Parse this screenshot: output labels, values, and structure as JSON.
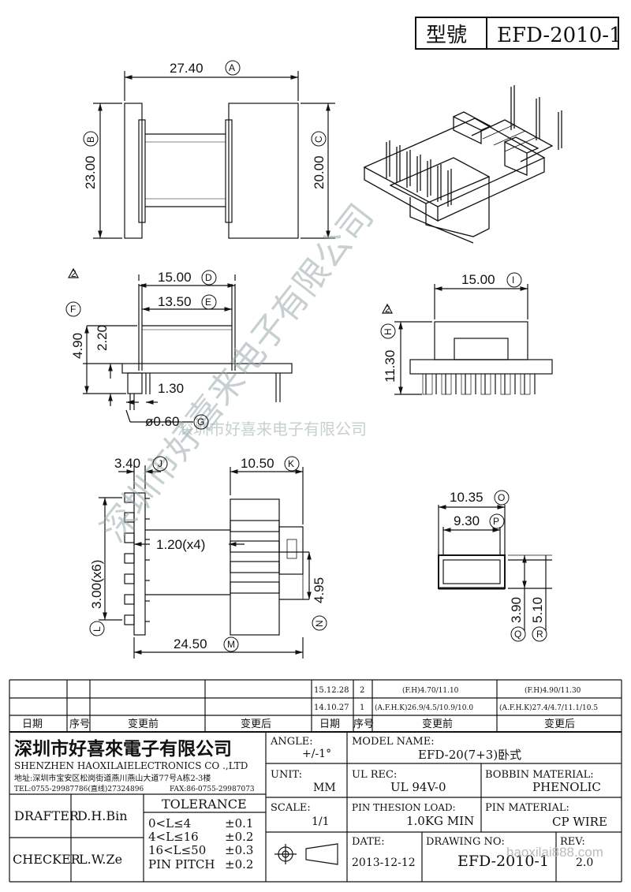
{
  "title_block": {
    "model_label": "型號",
    "model_value": "EFD-2010-1"
  },
  "dimensions": {
    "a": {
      "value": "27.40",
      "ref": "A"
    },
    "b": {
      "value": "23.00",
      "ref": "B"
    },
    "c": {
      "value": "20.00",
      "ref": "C"
    },
    "d": {
      "value": "15.00",
      "ref": "D"
    },
    "e": {
      "value": "13.50",
      "ref": "E"
    },
    "f": {
      "value": "4.90",
      "ref": "F"
    },
    "f_sub": "2.20",
    "g_pin_len": "1.30",
    "g": {
      "value": "ø0.60",
      "ref": "G"
    },
    "h": {
      "value": "11.30",
      "ref": "H"
    },
    "i": {
      "value": "15.00",
      "ref": "I"
    },
    "j": {
      "value": "3.40",
      "ref": "J"
    },
    "k": {
      "value": "10.50",
      "ref": "K"
    },
    "l": {
      "value": "3.00(x6)",
      "ref": "L"
    },
    "m": {
      "value": "24.50",
      "ref": "M"
    },
    "n": {
      "value": "4.95",
      "ref": "N"
    },
    "slot": "1.20(x4)",
    "o": {
      "value": "10.35",
      "ref": "O"
    },
    "p": {
      "value": "9.30",
      "ref": "P"
    },
    "q": {
      "value": "3.90",
      "ref": "Q"
    },
    "r": {
      "value": "5.10",
      "ref": "R"
    },
    "rev_mark": "2"
  },
  "watermark": {
    "diag": "深圳市好喜来电子有限公司",
    "line": "深圳市好喜来电子有限公司"
  },
  "revision_table": {
    "rows": [
      {
        "date": "15.12.28",
        "no": "2",
        "before": "(F.H)4.70/11.10",
        "after": "(F.H)4.90/11.30"
      },
      {
        "date": "14.10.27",
        "no": "1",
        "before": "(A.F.H.K)26.9/4.5/10.9/10.0",
        "after": "(A.F.H.K)27.4/4.7/11.1/10.5"
      }
    ],
    "headers": {
      "date": "日期",
      "no": "序号",
      "before": "变更前",
      "after": "变更后"
    }
  },
  "company": {
    "name_cn": "深圳市好喜來電子有限公司",
    "name_en": "SHENZHEN HAOXILAIELECTRONICS CO .,LTD",
    "address": "地址:深圳市宝安区松岗街道燕川燕山大道77号A栋2-3楼",
    "tel": "TEL:0755-29987786(直线)27324896",
    "fax": "FAX:86-0755-29987073"
  },
  "fields": {
    "angle_label": "ANGLE:",
    "angle_value": "+/-1°",
    "model_name_label": "MODEL NAME:",
    "model_name_value": "EFD-20(7+3)卧式",
    "unit_label": "UNIT:",
    "unit_value": "MM",
    "ul_label": "UL REC:",
    "ul_value": "UL 94V-0",
    "bobbin_label": "BOBBIN MATERIAL:",
    "bobbin_value": "PHENOLIC",
    "scale_label": "SCALE:",
    "scale_value": "1/1",
    "pin_load_label": "PIN THESION LOAD:",
    "pin_load_value": "1.0KG MIN",
    "pin_mat_label": "PIN MATERIAL:",
    "pin_mat_value": "CP  WIRE",
    "date_label": "DATE:",
    "date_value": "2013-12-12",
    "drawing_label": "DRAWING NO:",
    "drawing_value": "EFD-2010-1",
    "rev_label": "REV:",
    "rev_value": "2.0",
    "site": "haoxilai888.com"
  },
  "people": {
    "drafter_label": "DRAFTER",
    "drafter_value": "D.H.Bin",
    "checker_label": "CHECKER",
    "checker_value": "L.W.Ze"
  },
  "tolerance": {
    "title": "TOLERANCE",
    "rows": [
      {
        "range": "0<L≤4",
        "tol": "±0.1"
      },
      {
        "range": "4<L≤16",
        "tol": "±0.2"
      },
      {
        "range": "16<L≤50",
        "tol": "±0.3"
      },
      {
        "range": "PIN PITCH",
        "tol": "±0.2"
      }
    ]
  }
}
